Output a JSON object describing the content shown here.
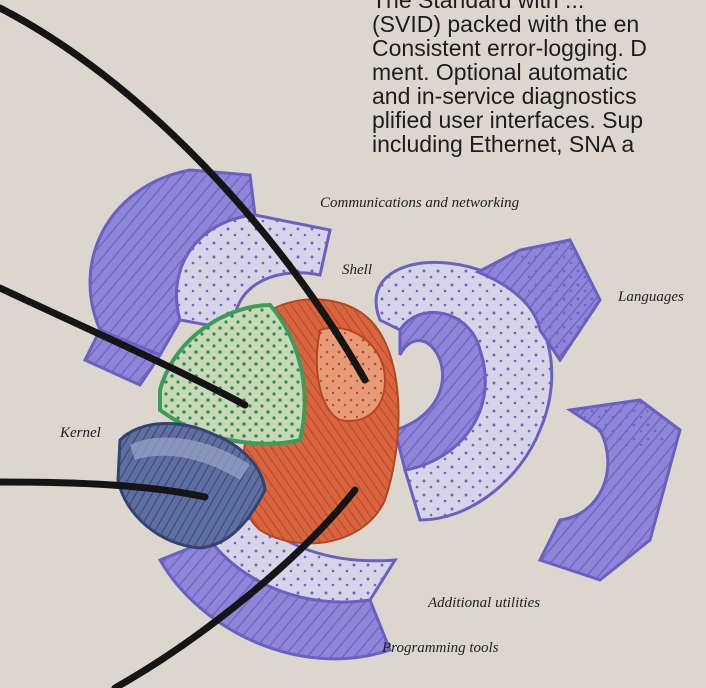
{
  "text_block": {
    "lines": [
      "The Standard with ...",
      "(SVID) packed with the en",
      "Consistent error-logging. D",
      "ment. Optional automatic",
      "and in-service diagnostics",
      "plified user interfaces. Sup",
      "including Ethernet, SNA a"
    ]
  },
  "labels": {
    "communications": "Communications and networking",
    "shell": "Shell",
    "languages": "Languages",
    "kernel": "Kernel",
    "additional_utilities": "Additional utilities",
    "programming_tools": "Programming tools"
  },
  "colors": {
    "background": "#dcd7ce",
    "outer_rings": "#8e84d8",
    "shell": "#d9653e",
    "kernel_green": "#3f9b5a",
    "kernel_blue": "#4a5a8c",
    "leader_lines": "#151515"
  }
}
